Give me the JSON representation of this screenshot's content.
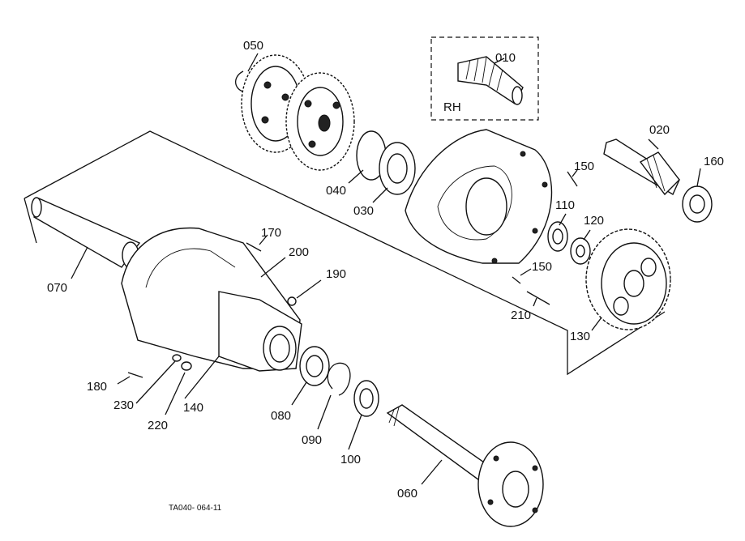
{
  "diagram": {
    "drawing_code": "TA040- 064-11",
    "rh_box_label": "RH",
    "callouts": [
      {
        "id": "010",
        "text": "010"
      },
      {
        "id": "020",
        "text": "020"
      },
      {
        "id": "030",
        "text": "030"
      },
      {
        "id": "040",
        "text": "040"
      },
      {
        "id": "050",
        "text": "050"
      },
      {
        "id": "060",
        "text": "060"
      },
      {
        "id": "070",
        "text": "070"
      },
      {
        "id": "080",
        "text": "080"
      },
      {
        "id": "090",
        "text": "090"
      },
      {
        "id": "100",
        "text": "100"
      },
      {
        "id": "110",
        "text": "110"
      },
      {
        "id": "120",
        "text": "120"
      },
      {
        "id": "130",
        "text": "130"
      },
      {
        "id": "140",
        "text": "140"
      },
      {
        "id": "150a",
        "text": "150"
      },
      {
        "id": "150b",
        "text": "150"
      },
      {
        "id": "160",
        "text": "160"
      },
      {
        "id": "170",
        "text": "170"
      },
      {
        "id": "180",
        "text": "180"
      },
      {
        "id": "190",
        "text": "190"
      },
      {
        "id": "200",
        "text": "200"
      },
      {
        "id": "210",
        "text": "210"
      },
      {
        "id": "220",
        "text": "220"
      },
      {
        "id": "230",
        "text": "230"
      }
    ]
  }
}
